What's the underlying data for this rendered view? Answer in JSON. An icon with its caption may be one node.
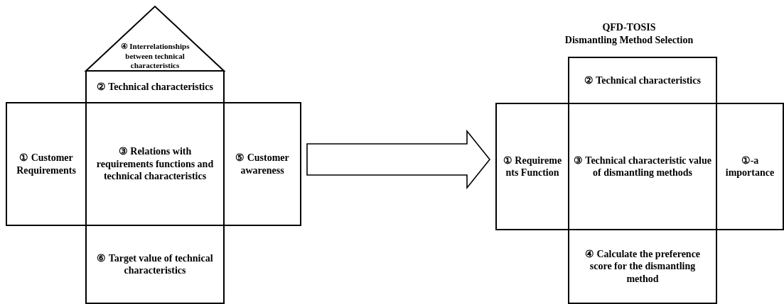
{
  "diagram": {
    "nodes": [
      {
        "text": [
          "④ Interrelationships between technical characteristics"
        ]
      },
      {
        "text": [
          "② Technical characteristics"
        ]
      },
      {
        "text": [
          "① Customer Requirements"
        ]
      },
      {
        "text": [
          "③ Relations with requirements functions and technical characteristics"
        ]
      },
      {
        "text": [
          "⑤ Customer awareness"
        ]
      },
      {
        "text": [
          "⑥ Target value of technical characteristics"
        ]
      },
      {
        "text": [
          "② Technical characteristics"
        ]
      },
      {
        "text": [
          "① Requireme nts Function"
        ]
      },
      {
        "text": [
          "③ Technical characteristic value of dismantling methods"
        ]
      },
      {
        "text": [
          "①-a importance"
        ]
      },
      {
        "text": [
          "④ Calculate the preference score for the dismantling method"
        ]
      }
    ],
    "edges": [
      {
        "from": 4,
        "to": 7,
        "arrow": "to"
      }
    ],
    "labels": [
      "QFD-TOSIS Dismantling Method Selection"
    ]
  }
}
